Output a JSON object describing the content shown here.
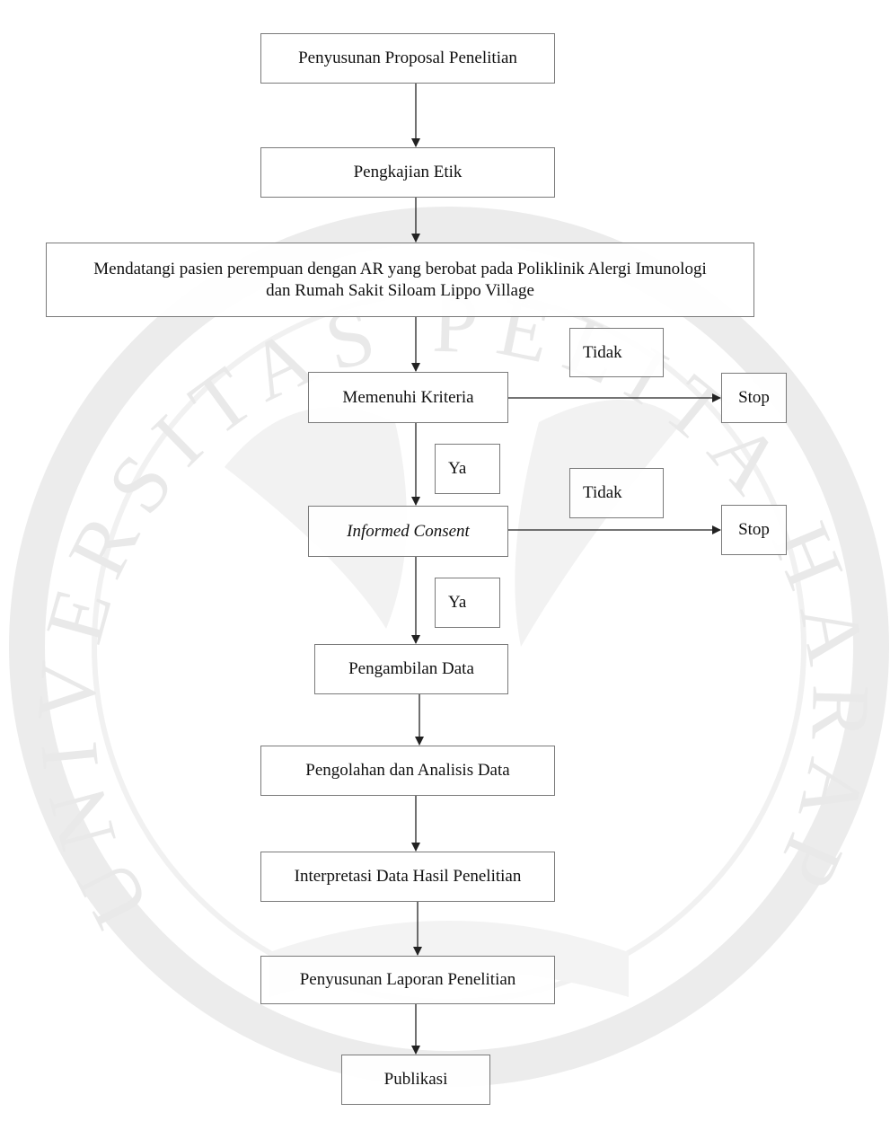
{
  "watermark": {
    "text": "UNIVERSITAS PELITA HARAPAN",
    "color": "#e6e6e6"
  },
  "steps": {
    "proposal": "Penyusunan Proposal Penelitian",
    "etik": "Pengkajian Etik",
    "mendatangi": "Mendatangi pasien perempuan dengan AR yang berobat pada Poliklinik Alergi Imunologi dan Rumah Sakit Siloam Lippo Village",
    "kriteria": "Memenuhi Kriteria",
    "consent": "Informed Consent",
    "pengambilan": "Pengambilan Data",
    "pengolahan": "Pengolahan dan Analisis Data",
    "interpretasi": "Interpretasi Data Hasil Penelitian",
    "laporan": "Penyusunan Laporan Penelitian",
    "publikasi": "Publikasi"
  },
  "branches": {
    "stop1": "Stop",
    "stop2": "Stop",
    "tidak1": "Tidak",
    "tidak2": "Tidak",
    "ya1": "Ya",
    "ya2": "Ya"
  },
  "colors": {
    "arrow": "#222222",
    "border": "#7a7a7a"
  }
}
